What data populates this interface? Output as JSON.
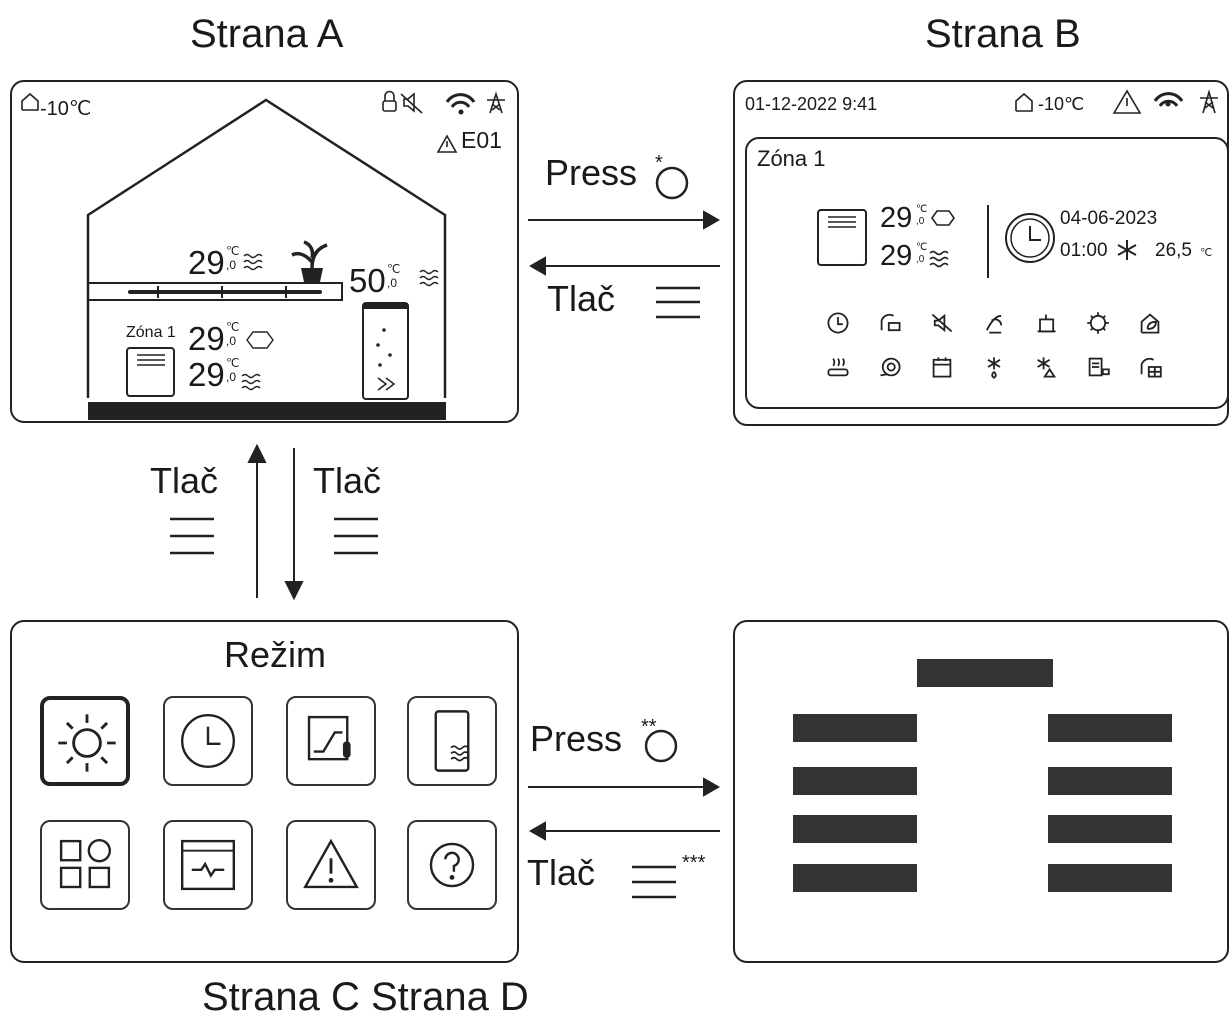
{
  "titles": {
    "a": "Strana A",
    "b": "Strana B",
    "cd": "Strana C Strana D"
  },
  "arrows": {
    "press1": "Press",
    "press1_mark": "*",
    "tlac1": "Tlač",
    "tlac_up": "Tlač",
    "tlac_down": "Tlač",
    "press2": "Press",
    "press2_mark": "**",
    "tlac2": "Tlač",
    "tlac2_mark": "***"
  },
  "screen_a": {
    "outdoor_temp": "-10℃",
    "error_code": "E01",
    "room_temp": "29",
    "room_temp_dec": ",0",
    "room_unit": "℃",
    "tank_temp": "50",
    "tank_temp_dec": ",0",
    "zone_label": "Zóna 1",
    "zone_temp1": "29",
    "zone_temp2": "29",
    "dec": ",0",
    "unit": "℃"
  },
  "screen_b": {
    "datetime": "01-12-2022 9:41",
    "outdoor_temp": "-10℃",
    "zone_label": "Zóna 1",
    "temp1": "29",
    "temp2": "29",
    "dec": ",0",
    "unit": "℃",
    "schedule_date": "04-06-2023",
    "schedule_time": "01:00",
    "schedule_temp": "26,5",
    "schedule_unit": "℃"
  },
  "screen_c": {
    "title": "Režim"
  },
  "icons": {
    "screen_a_status": [
      "lock-icon",
      "mute-icon",
      "wifi-icon",
      "grid-tower-icon",
      "warning-icon"
    ],
    "screen_b_row1": [
      "clock-icon",
      "heater-plug-icon",
      "mute-icon",
      "dehumidify-icon",
      "compressor-icon",
      "sanitize-icon",
      "eco-house-icon"
    ],
    "screen_b_row2": [
      "floor-heat-icon",
      "pump-icon",
      "calendar-icon",
      "defrost-icon",
      "frost-warning-icon",
      "energy-meter-icon",
      "solar-icon"
    ],
    "screen_c_grid": [
      "sun-icon",
      "clock-icon",
      "curve-thermo-icon",
      "tank-wave-icon",
      "apps-icon",
      "monitor-icon",
      "warning-icon",
      "help-icon"
    ]
  },
  "colors": {
    "ink": "#1a1a1a",
    "bar": "#333333"
  }
}
